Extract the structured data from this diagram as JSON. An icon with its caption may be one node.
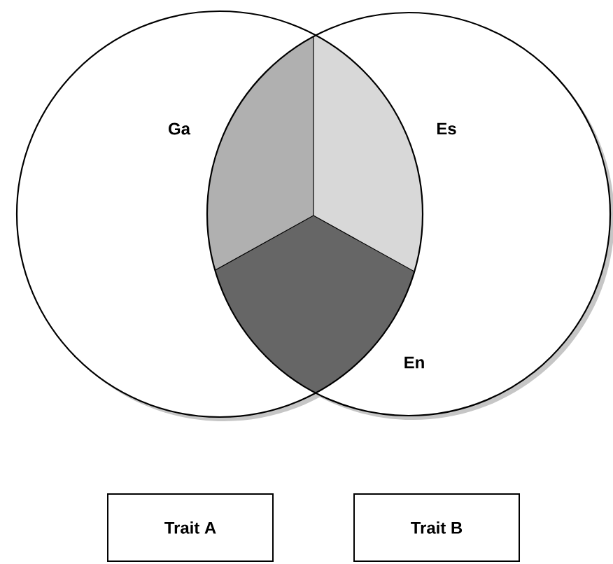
{
  "diagram": {
    "nodes": [
      {
        "text": [
          "Trait A"
        ]
      },
      {
        "text": [
          "Trait B"
        ]
      }
    ],
    "labels": [
      "Ga",
      "Es",
      "En"
    ]
  }
}
